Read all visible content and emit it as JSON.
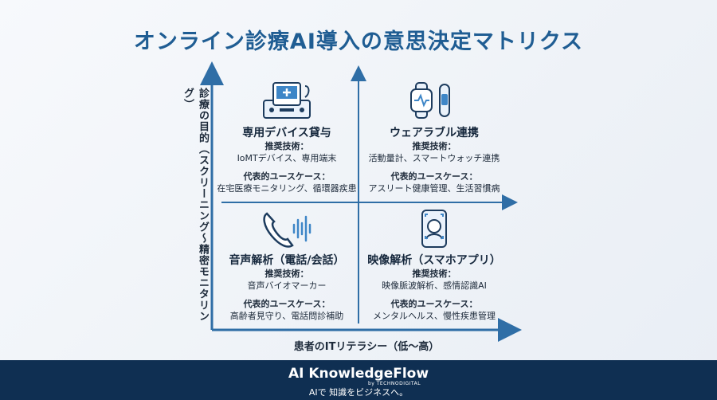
{
  "title": "オンライン診療AI導入の意思決定マトリクス",
  "axes": {
    "y_label": "診療の目的（スクリーニング～精密モニタリング）",
    "x_label": "患者のITリテラシー（低～高）"
  },
  "quadrants": {
    "top_left": {
      "title": "専用デバイス貸与",
      "tech_label": "推奨技術：",
      "tech": "IoMTデバイス、専用端末",
      "case_label": "代表的ユースケース：",
      "case": "在宅医療モニタリング、循環器疾患"
    },
    "top_right": {
      "title": "ウェアラブル連携",
      "tech_label": "推奨技術：",
      "tech": "活動量計、スマートウォッチ連携",
      "case_label": "代表的ユースケース：",
      "case": "アスリート健康管理、生活習慣病"
    },
    "bottom_left": {
      "title": "音声解析（電話/会話）",
      "tech_label": "推奨技術：",
      "tech": "音声バイオマーカー",
      "case_label": "代表的ユースケース：",
      "case": "高齢者見守り、電話問診補助"
    },
    "bottom_right": {
      "title": "映像解析（スマホアプリ）",
      "tech_label": "推奨技術：",
      "tech": "映像脈波解析、感情認識AI",
      "case_label": "代表的ユースケース：",
      "case": "メンタルヘルス、慢性疾患管理"
    }
  },
  "icons": {
    "top_left": "medical-device-icon",
    "top_right": "smartwatch-icon",
    "bottom_left": "phone-voice-icon",
    "bottom_right": "face-scan-phone-icon"
  },
  "footer": {
    "brand": "AI KnowledgeFlow",
    "by": "by TECHNODIGITAL",
    "tagline": "AIで 知識をビジネスへ。"
  },
  "colors": {
    "title": "#1f5d93",
    "axis": "#2f6ea6",
    "icon": "#1d3c5e",
    "icon_accent": "#3e86c7",
    "footer_bg": "#0f2f52"
  }
}
